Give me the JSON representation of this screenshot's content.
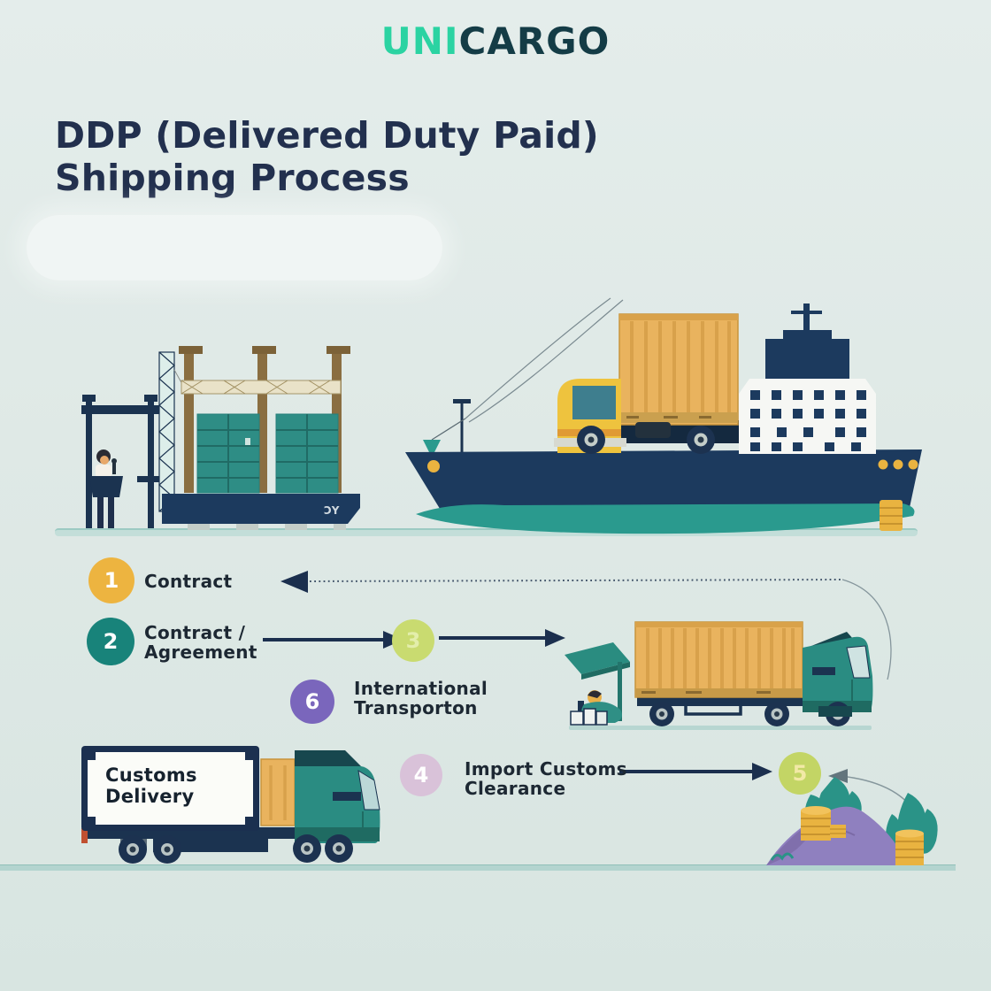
{
  "logo": {
    "prefix": "UNI",
    "suffix": "CARGO",
    "prefix_color": "#2bd3a2",
    "suffix_color": "#143c46"
  },
  "title": {
    "line1": "DDP (Delivered Duty Paid)",
    "line2": "Shipping Process",
    "color": "#22304e"
  },
  "steps": {
    "s1": {
      "number": "1",
      "label": "Contract",
      "circle_color": "#edb440"
    },
    "s2": {
      "number": "2",
      "label": "Contract /\nAgreement",
      "circle_color": "#18837a"
    },
    "s3": {
      "number": "3",
      "label": "",
      "circle_color": "#c9db70"
    },
    "s4": {
      "number": "4",
      "label": "Import Customs\nClearance",
      "circle_color": "#d9c2d9"
    },
    "s5": {
      "number": "5",
      "label": "",
      "circle_color": "#c3d565"
    },
    "s6": {
      "number": "6",
      "label": "International\nTransporton",
      "circle_color": "#7a66bc"
    }
  },
  "delivery_truck": {
    "panel_text": "Customs\nDelivery"
  },
  "barge": {
    "marking": "ƆY"
  },
  "colors": {
    "background": "#dfe9e6",
    "navy": "#1c3a5e",
    "arrow_navy": "#1b2f4e",
    "teal": "#2a9a8e",
    "truck_teal": "#2a8c82",
    "container_orange": "#e9b35e",
    "cargo_yellow": "#e9b340",
    "hill_purple": "#8f80bf",
    "ground_teal": "#b3d4cf"
  }
}
